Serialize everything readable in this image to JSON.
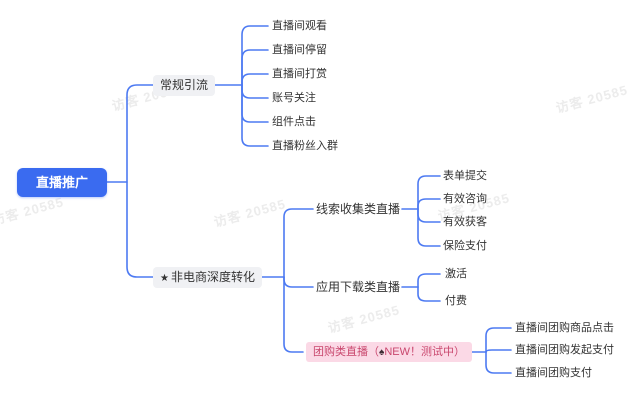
{
  "watermark": {
    "text": "访客 20585",
    "color": "#ececec"
  },
  "colors": {
    "root_bg": "#3a6bf0",
    "root_text": "#ffffff",
    "connector": "#4d7af2",
    "branch_bg": "#f0f1f4",
    "text": "#333333",
    "pink_bg": "#fbd9e6",
    "pink_text": "#c9476e"
  },
  "root": {
    "label": "直播推广"
  },
  "branches": [
    {
      "label": "常规引流",
      "children": [
        {
          "label": "直播间观看"
        },
        {
          "label": "直播间停留"
        },
        {
          "label": "直播间打赏"
        },
        {
          "label": "账号关注"
        },
        {
          "label": "组件点击"
        },
        {
          "label": "直播粉丝入群"
        }
      ]
    },
    {
      "icon": "★",
      "label": "非电商深度转化",
      "children": [
        {
          "label": "线索收集类直播",
          "children": [
            {
              "label": "表单提交"
            },
            {
              "label": "有效咨询"
            },
            {
              "label": "有效获客"
            },
            {
              "label": "保险支付"
            }
          ]
        },
        {
          "label": "应用下载类直播",
          "children": [
            {
              "label": "激活"
            },
            {
              "label": "付费"
            }
          ]
        },
        {
          "label": "团购类直播",
          "badge_open": "（",
          "badge_icon": "♠",
          "badge_text": "NEW！测试中",
          "badge_close": "）",
          "children": [
            {
              "label": "直播间团购商品点击"
            },
            {
              "label": "直播间团购发起支付"
            },
            {
              "label": "直播间团购支付"
            }
          ]
        }
      ]
    }
  ]
}
